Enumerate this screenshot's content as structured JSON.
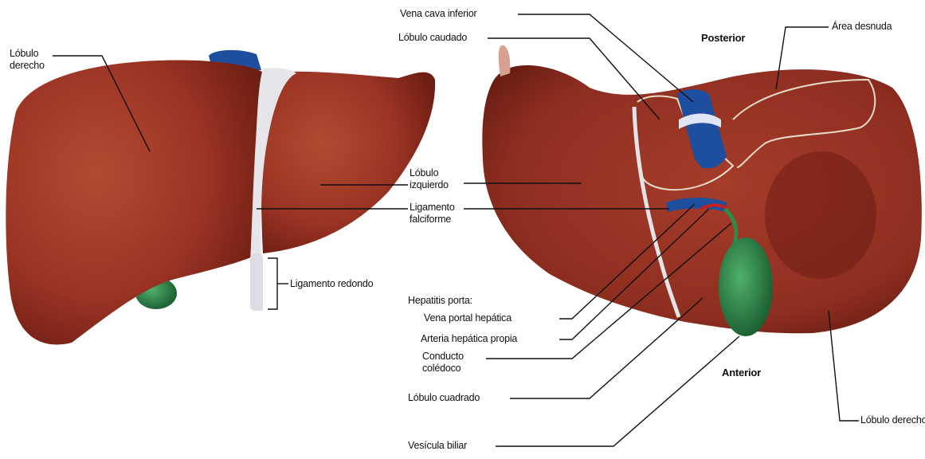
{
  "labels": {
    "left_lobulo_derecho": "Lóbulo derecho",
    "lobulo_izquierdo": "Lóbulo izquierdo",
    "ligamento_falciforme": "Ligamento falciforme",
    "ligamento_redondo": "Ligamento redondo",
    "vena_cava_inferior": "Vena cava inferior",
    "lobulo_caudado": "Lóbulo caudado",
    "posterior": "Posterior",
    "area_desnuda": "Área desnuda",
    "hepatitis_porta": "Hepatitis porta:",
    "vena_portal_hepatica": "Vena portal hepática",
    "arteria_hepatica_propia": "Arteria hepática propia",
    "conducto_coledoco": "Conducto colédoco",
    "lobulo_cuadrado": "Lóbulo cuadrado",
    "anterior": "Anterior",
    "right_lobulo_derecho": "Lóbulo derecho",
    "vesicula_biliar": "Vesícula biliar"
  },
  "colors": {
    "liver": "#9c3424",
    "liver_dark": "#6e1e14",
    "liver_light": "#b8503a",
    "ligament": "#e4e4e8",
    "vein_blue": "#1e4f9e",
    "artery_red": "#c41e1e",
    "gallbladder_green": "#2e8c4a",
    "leader_line": "#111111"
  }
}
